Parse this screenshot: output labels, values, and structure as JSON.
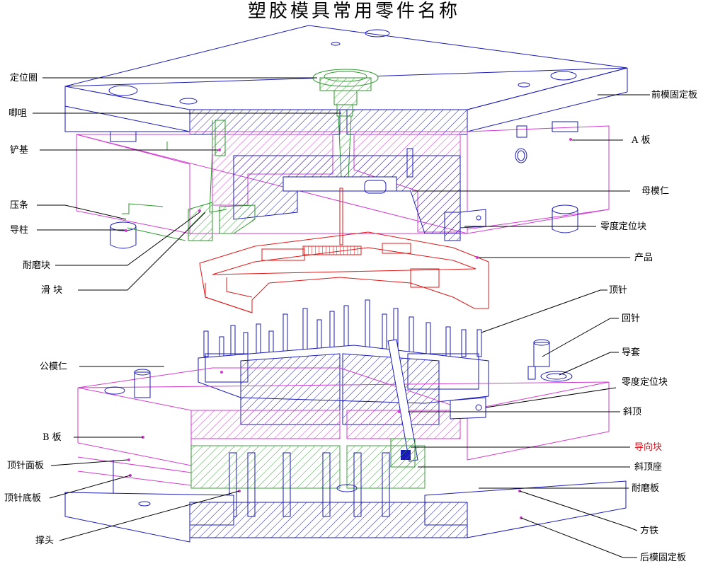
{
  "title": "塑胶模具常用零件名称",
  "labels": {
    "left": {
      "locating_ring": "定位圈",
      "sprue_bushing": "唧咀",
      "wedge": "铲基",
      "gib": "压条",
      "guide_pin": "导柱",
      "wear_block": "耐磨块",
      "slider": "滑  块",
      "core_insert": "公模仁",
      "b_plate": "B 板",
      "ejector_retainer_plate": "顶针面板",
      "ejector_plate": "顶针底板",
      "support_pillar": "撑头"
    },
    "right": {
      "top_clamp_plate": "前模固定板",
      "a_plate": "A 板",
      "cavity_insert": "母模仁",
      "zero_locating_block_top": "零度定位块",
      "product": "产品",
      "ejector_pin": "顶针",
      "return_pin": "回针",
      "guide_bushing": "导套",
      "zero_locating_block_bottom": "零度定位块",
      "lifter": "斜顶",
      "lifter_guide_block": "导向块",
      "lifter_base": "斜顶座",
      "wear_plate": "耐磨板",
      "spacer_block": "方铁",
      "bottom_clamp_plate": "后模固定板"
    }
  },
  "colors": {
    "line": "#1a1ab8",
    "plate_edge": "#d23cd2",
    "slider": "#2a9a2a",
    "product": "#e01818",
    "highlight_label": "#d0101a",
    "leader": "#000000"
  }
}
